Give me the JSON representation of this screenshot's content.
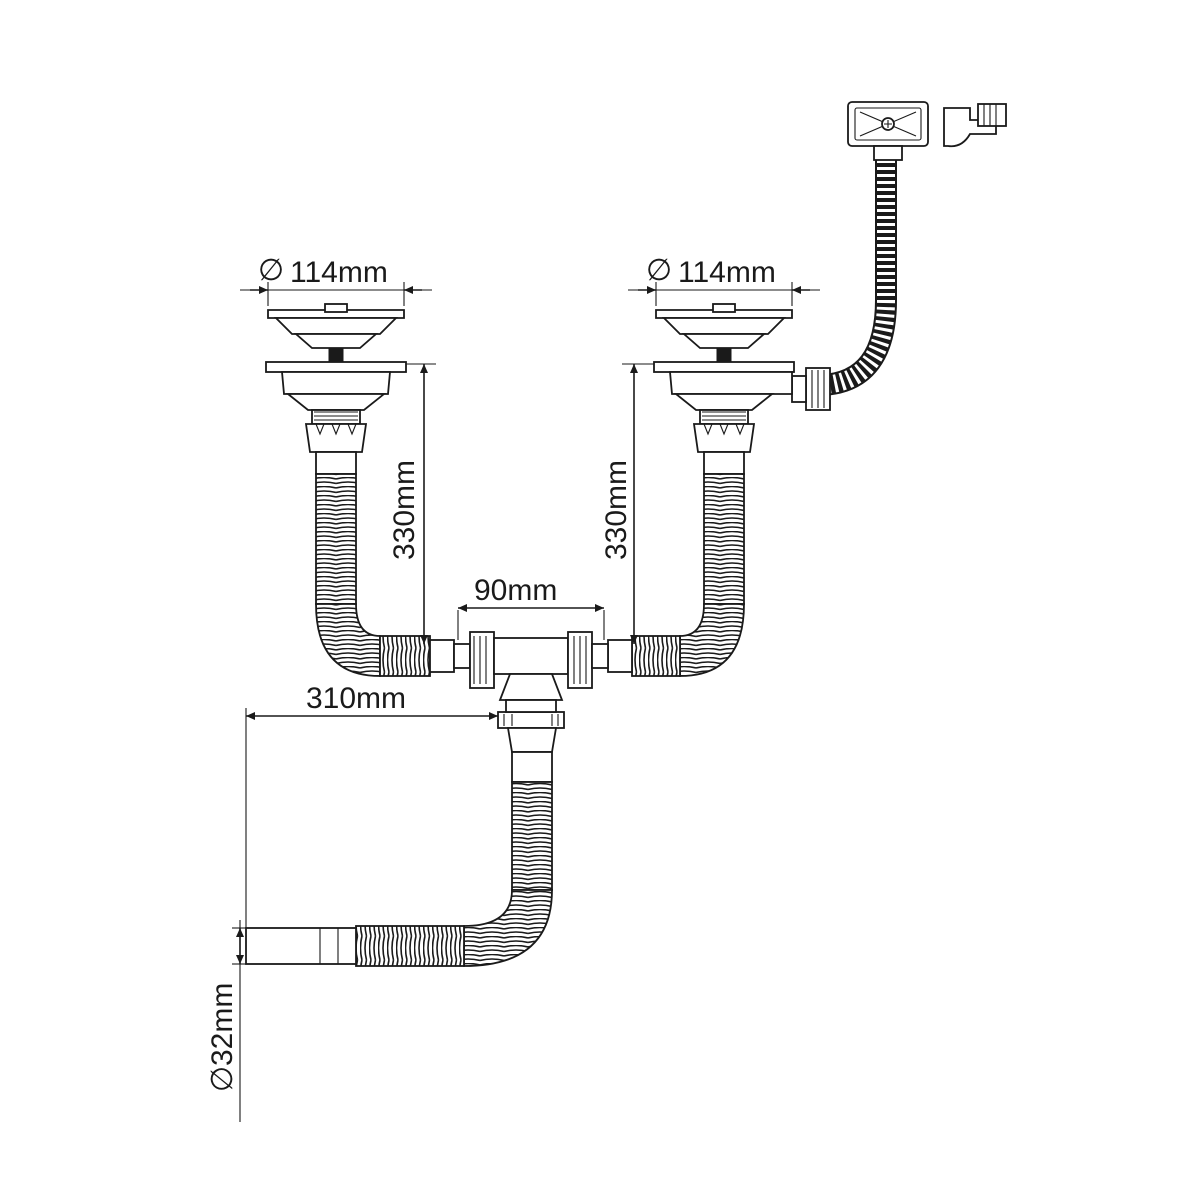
{
  "dimensions": {
    "left_strainer_diameter": "114mm",
    "right_strainer_diameter": "114mm",
    "left_drop_height": "330mm",
    "right_drop_height": "330mm",
    "tee_width": "90mm",
    "outlet_offset": "310mm",
    "outlet_diameter": "32mm"
  },
  "symbols": {
    "diameter": "∅"
  }
}
